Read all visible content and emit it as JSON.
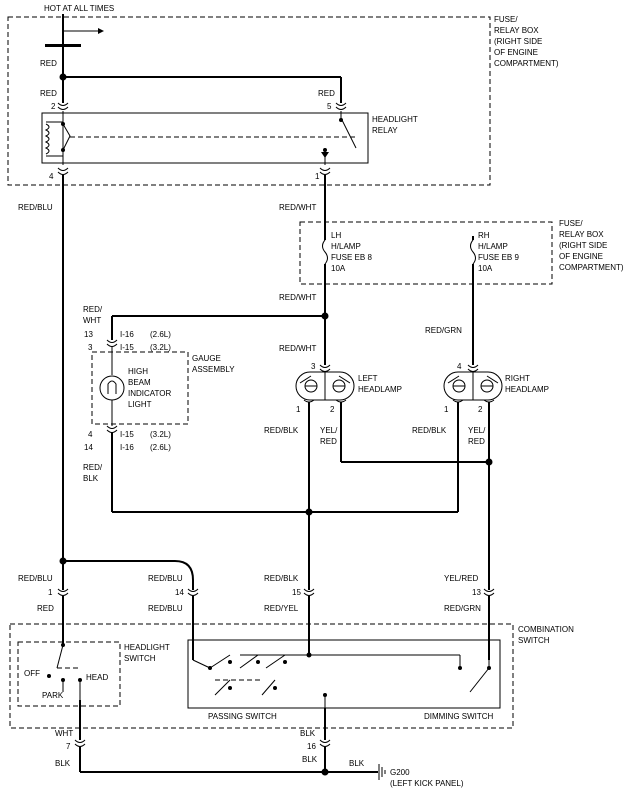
{
  "power": {
    "hot": "HOT AT ALL TIMES"
  },
  "fuse_box_top": {
    "line1": "FUSE/",
    "line2": "RELAY BOX",
    "line3": "(RIGHT SIDE",
    "line4": "OF ENGINE",
    "line5": "COMPARTMENT)"
  },
  "fuse_box_mid": {
    "line1": "FUSE/",
    "line2": "RELAY BOX",
    "line3": "(RIGHT SIDE",
    "line4": "OF ENGINE",
    "line5": "COMPARTMENT)"
  },
  "relay": {
    "line1": "HEADLIGHT",
    "line2": "RELAY",
    "pin2": "2",
    "pin5": "5",
    "pin4": "4",
    "pin1": "1"
  },
  "fuses": {
    "lh_1": "LH",
    "lh_2": "H/LAMP",
    "lh_3": "FUSE EB 8",
    "lh_4": "10A",
    "rh_1": "RH",
    "rh_2": "H/LAMP",
    "rh_3": "FUSE EB 9",
    "rh_4": "10A"
  },
  "gauge": {
    "line1": "GAUGE",
    "line2": "ASSEMBLY",
    "ind1": "HIGH",
    "ind2": "BEAM",
    "ind3": "INDICATOR",
    "ind4": "LIGHT",
    "p13": "13",
    "c13": "I-16",
    "v13": "(2.6L)",
    "p3": "3",
    "c3": "I-15",
    "v3": "(3.2L)",
    "p4": "4",
    "c4": "I-15",
    "v4": "(3.2L)",
    "p14": "14",
    "c14": "I-16",
    "v14": "(2.6L)"
  },
  "left_lamp": {
    "line1": "LEFT",
    "line2": "HEADLAMP",
    "pin3": "3",
    "pin1": "1",
    "pin2": "2"
  },
  "right_lamp": {
    "line1": "RIGHT",
    "line2": "HEADLAMP",
    "pin4": "4",
    "pin1": "1",
    "pin2": "2"
  },
  "wires": {
    "red_top": "RED",
    "red_relay5": "RED",
    "red_relay2": "RED",
    "red_blu_main": "RED/BLU",
    "red_wht_1": "RED/WHT",
    "red_wht_2": "RED/WHT",
    "red_wht_3": "RED/WHT",
    "red_wht_gauge_1": "RED/",
    "red_wht_gauge_2": "WHT",
    "red_grn_1": "RED/GRN",
    "red_blk_l": "RED/BLK",
    "yel_red_l1": "YEL/",
    "yel_red_l2": "RED",
    "red_blk_r": "RED/BLK",
    "yel_red_r1": "YEL/",
    "yel_red_r2": "RED",
    "red_blk_gauge_1": "RED/",
    "red_blk_gauge_2": "BLK",
    "red_blu_sw1": "RED/BLU",
    "red_sw1": "RED",
    "red_blu_sw14a": "RED/BLU",
    "red_blu_sw14b": "RED/BLU",
    "red_blk_sw15": "RED/BLK",
    "red_yel_sw15": "RED/YEL",
    "yel_red_sw13": "YEL/RED",
    "red_grn_sw13": "RED/GRN",
    "wht_7": "WHT",
    "blk_7": "BLK",
    "blk_16a": "BLK",
    "blk_16b": "BLK",
    "blk_g": "BLK"
  },
  "combo": {
    "line1": "COMBINATION",
    "line2": "SWITCH",
    "hl1": "HEADLIGHT",
    "hl2": "SWITCH",
    "off": "OFF",
    "park": "PARK",
    "head": "HEAD",
    "passing": "PASSING SWITCH",
    "dimming": "DIMMING SWITCH",
    "p1": "1",
    "p14": "14",
    "p15": "15",
    "p13": "13",
    "p7": "7",
    "p16": "16"
  },
  "ground": {
    "id": "G200",
    "loc": "(LEFT KICK PANEL)"
  }
}
